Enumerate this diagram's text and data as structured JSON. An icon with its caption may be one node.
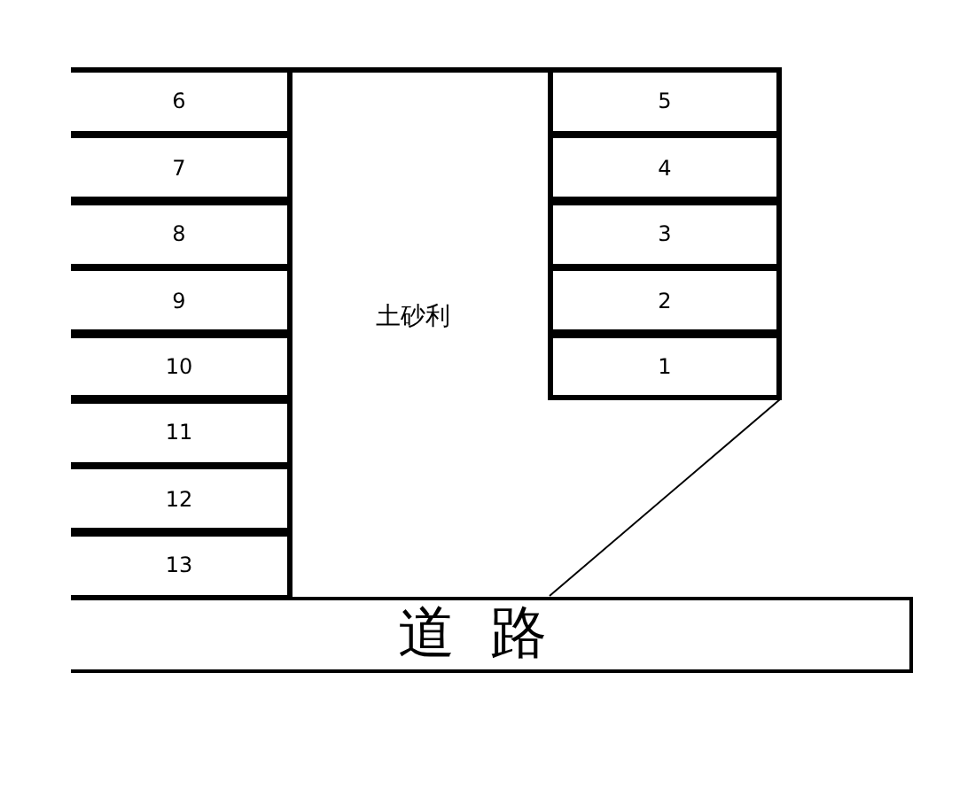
{
  "diagram": {
    "nodes": [
      {
        "text": [
          "6"
        ]
      },
      {
        "text": [
          "7"
        ]
      },
      {
        "text": [
          "8"
        ]
      },
      {
        "text": [
          "9"
        ]
      },
      {
        "text": [
          "10"
        ]
      },
      {
        "text": [
          "11"
        ]
      },
      {
        "text": [
          "12"
        ]
      },
      {
        "text": [
          "13"
        ]
      },
      {
        "text": [
          "土砂利"
        ]
      },
      {
        "text": [
          "5"
        ]
      },
      {
        "text": [
          "4"
        ]
      },
      {
        "text": [
          "3"
        ]
      },
      {
        "text": [
          "2"
        ]
      },
      {
        "text": [
          "1"
        ]
      },
      {
        "text": [
          "道 路"
        ]
      }
    ],
    "edges": []
  }
}
